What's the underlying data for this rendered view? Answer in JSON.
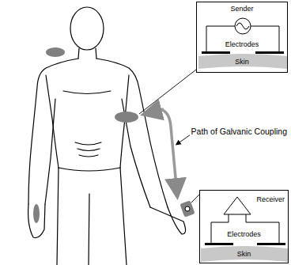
{
  "diagram": {
    "nodes": [
      {
        "text": [
          "Sender",
          "Electrodes",
          "Skin"
        ]
      },
      {
        "text": [
          "Receiver",
          "Electrodes",
          "Skin"
        ]
      }
    ],
    "labels": [
      "Path of Galvanic Coupling"
    ]
  }
}
